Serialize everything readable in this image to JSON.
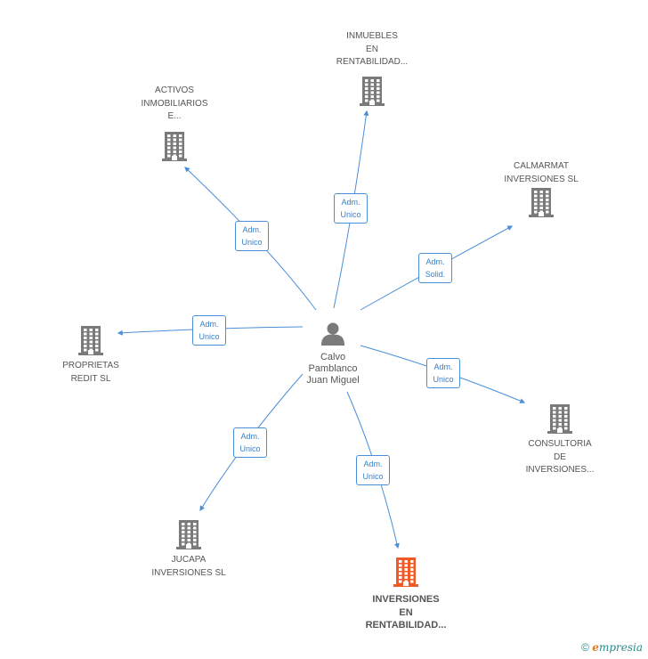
{
  "center": {
    "lines": [
      "Calvo",
      "Pamblanco",
      "Juan Miguel"
    ]
  },
  "colors": {
    "edge": "#4a8fd8",
    "building": "#7a7a7a",
    "main_building": "#f05a28",
    "person": "#7a7a7a"
  },
  "nodes": [
    {
      "id": "inmuebles",
      "label": "INMUEBLES\nEN\nRENTABILIDAD...",
      "role": "Adm.\nUnico"
    },
    {
      "id": "activos",
      "label": "ACTIVOS\nINMOBILIARIOS\nE...",
      "role": "Adm.\nUnico"
    },
    {
      "id": "calmarmat",
      "label": "CALMARMAT\nINVERSIONES SL",
      "role": "Adm.\nSolid."
    },
    {
      "id": "proprietas",
      "label": "PROPRIETAS\nREDIT SL",
      "role": "Adm.\nUnico"
    },
    {
      "id": "consultoria",
      "label": "CONSULTORIA\nDE\nINVERSIONES...",
      "role": "Adm.\nUnico"
    },
    {
      "id": "jucapa",
      "label": "JUCAPA\nINVERSIONES SL",
      "role": "Adm.\nUnico"
    },
    {
      "id": "inversiones",
      "label": "INVERSIONES\nEN\nRENTABILIDAD...",
      "role": "Adm.\nUnico",
      "main": true
    }
  ],
  "footer": {
    "copyright": "©",
    "brand_initial": "e",
    "brand_rest": "mpresia"
  }
}
